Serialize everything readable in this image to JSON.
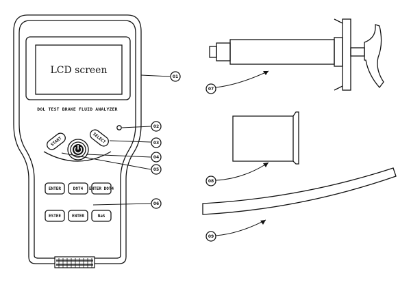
{
  "device": {
    "lcd_text": "LCD screen",
    "title": "DOL TEST BRAKE FLUID ANALYZER",
    "button_start": "START",
    "button_select": "SELECT",
    "keypad": {
      "row1": [
        "ENTER",
        "DOT4",
        "ENTER DOT4"
      ],
      "row2": [
        "ESTEE",
        "ENTER",
        "NaS"
      ]
    }
  },
  "callouts": [
    "01",
    "02",
    "03",
    "04",
    "05",
    "06",
    "07",
    "08",
    "09"
  ],
  "colors": {
    "ink": "#111111",
    "background": "#ffffff"
  }
}
